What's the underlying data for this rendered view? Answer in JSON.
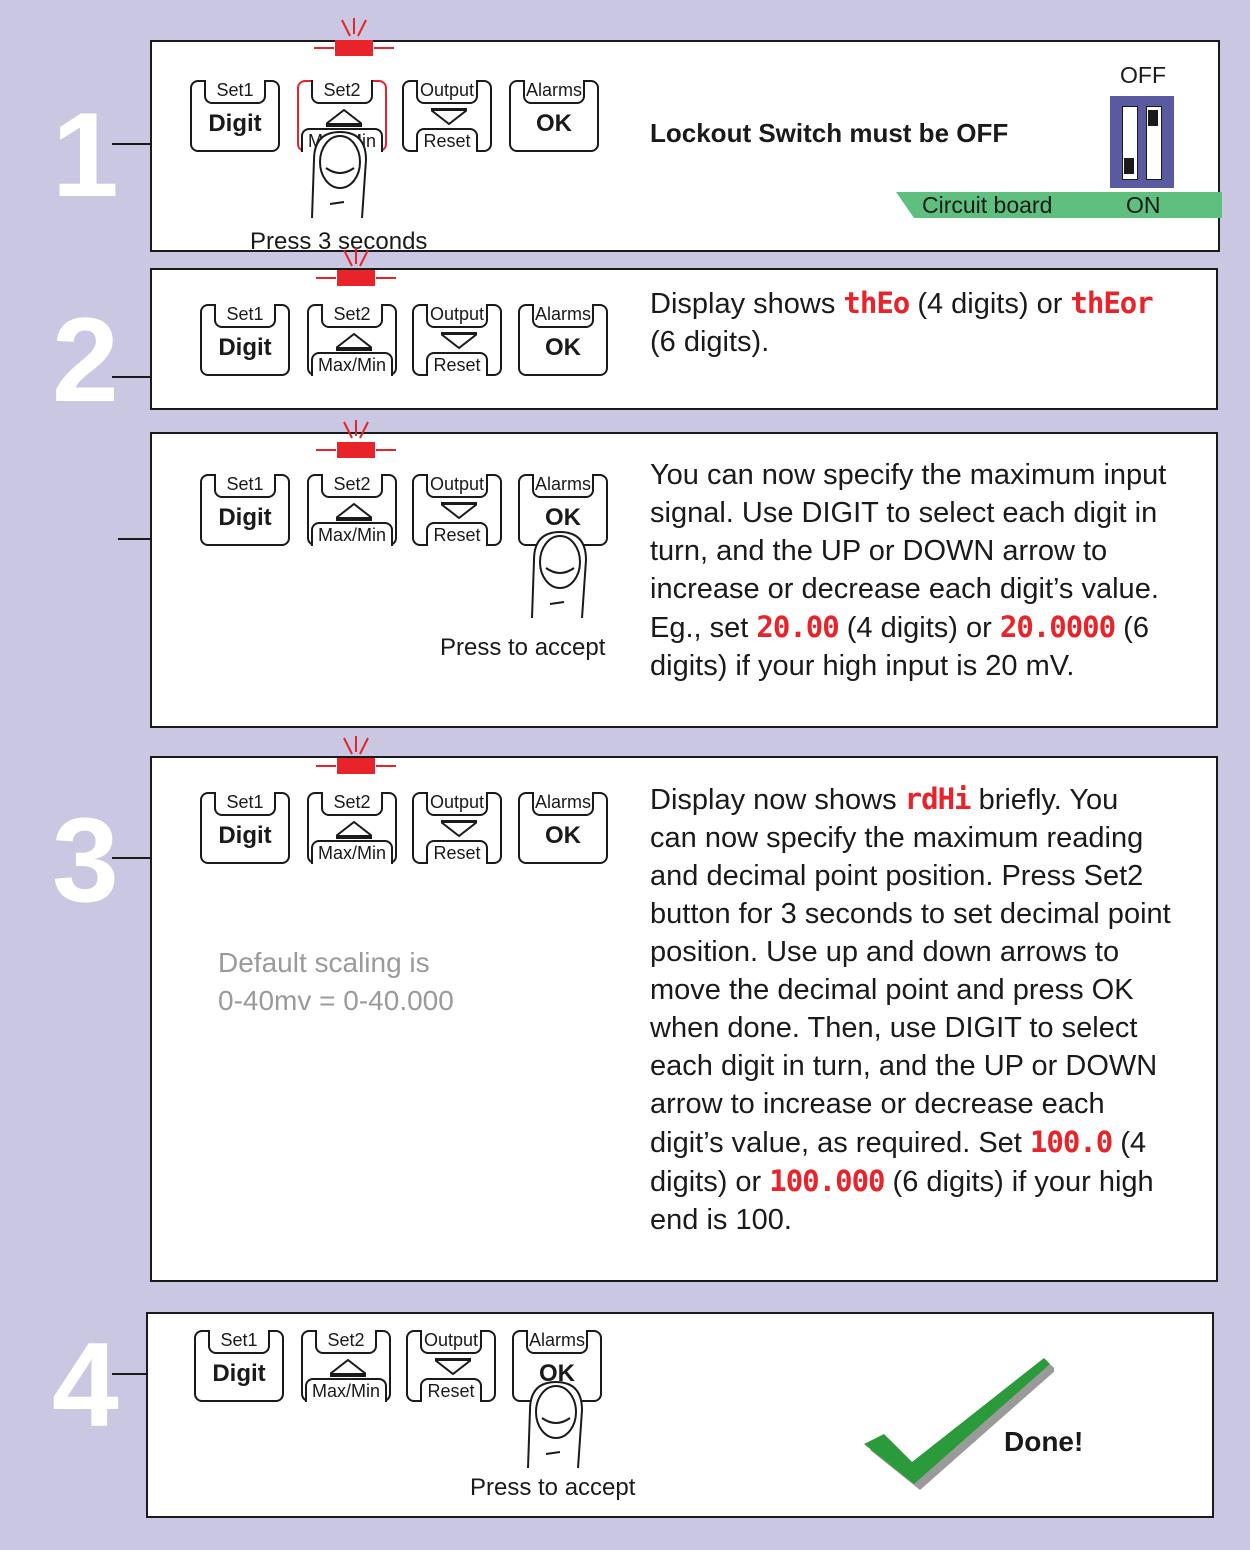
{
  "buttons": {
    "set1": {
      "top": "Set1",
      "main": "Digit"
    },
    "set2": {
      "top": "Set2",
      "bottom": "Max/Min"
    },
    "output": {
      "top": "Output",
      "bottom": "Reset"
    },
    "alarms": {
      "top": "Alarms",
      "main": "OK"
    }
  },
  "colors": {
    "background": "#c9c7e2",
    "led_red": "#e8232a",
    "board_green": "#5fbf7f",
    "switch_blue": "#5a5aa0",
    "check_green": "#2a9a3a"
  },
  "step1": {
    "number": "1",
    "lockout_text": "Lockout Switch must be OFF",
    "switch_off_label": "OFF",
    "switch_on_label": "ON",
    "board_label": "Circuit board",
    "press_label": "Press 3 seconds"
  },
  "step2": {
    "number": "2",
    "text_a": "Display shows",
    "code_a": "thEo",
    "text_b": "(4 digits) or",
    "code_b": "thEor",
    "text_c": "(6 digits)."
  },
  "step2b": {
    "line1": "You can now specify the maximum input",
    "line2": "signal. Use DIGIT to select each digit in",
    "line3": "turn, and the UP or DOWN arrow to",
    "line4": "increase or decrease each digit’s value.",
    "line5_a": "Eg., set",
    "code_a": "20.00",
    "line5_b": "(4 digits) or",
    "code_b": "20.0000",
    "line5_c": "(6",
    "line6": "digits) if your high input is 20 mV.",
    "press_label": "Press to accept"
  },
  "step3": {
    "number": "3",
    "line1_a": "Display now shows",
    "code_a": "rdHi",
    "line1_b": "briefly. You",
    "line2": "can now specify the maximum reading",
    "line3": "and decimal point position. Press Set2",
    "line4": "button for 3 seconds to set decimal point",
    "line5": "position. Use up and down arrows to",
    "line6": "move the decimal point and press OK",
    "line7": "when done. Then, use DIGIT to select",
    "line8": "each digit in turn, and the UP or DOWN",
    "line9": "arrow to increase or decrease each",
    "line10_a": "digit’s value, as required. Set",
    "code_b": "100.0",
    "line10_b": "(4",
    "line11_a": "digits) or",
    "code_c": "100.000",
    "line11_b": "(6 digits) if your high",
    "line12": "end is 100.",
    "default_line1": "Default scaling is",
    "default_line2": "0-40mv = 0-40.000"
  },
  "step4": {
    "number": "4",
    "press_label": "Press to accept",
    "done_label": "Done!"
  }
}
